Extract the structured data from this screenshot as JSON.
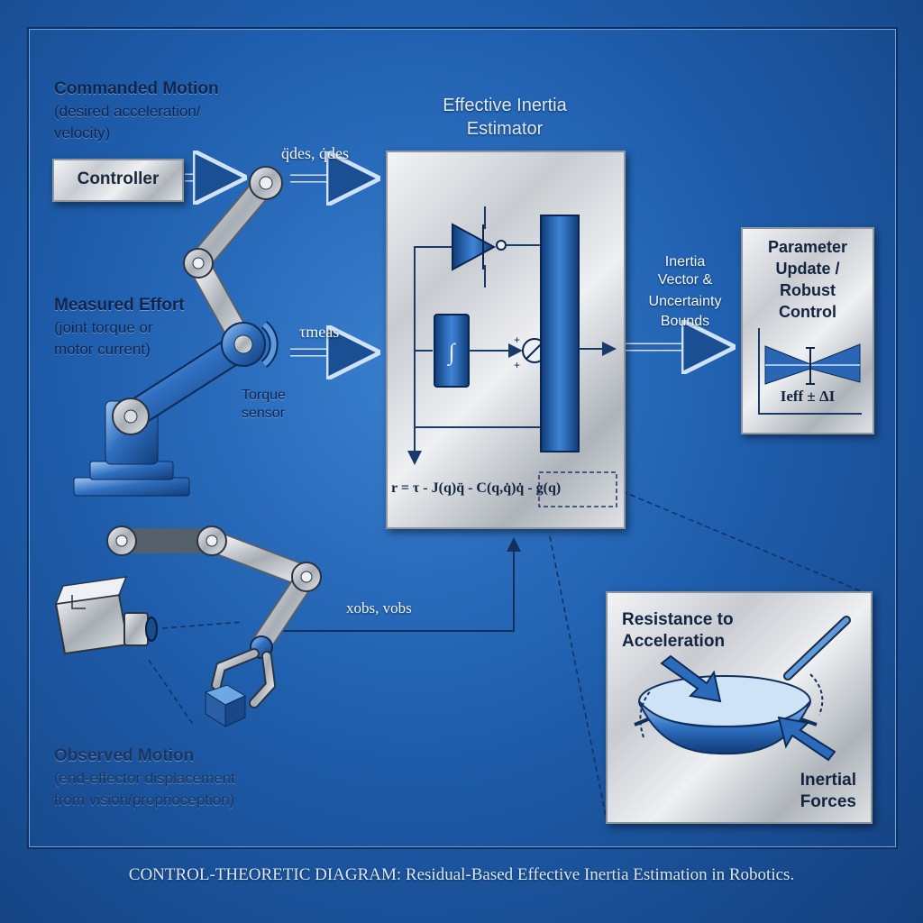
{
  "commanded": {
    "title": "Commanded Motion",
    "sub1": "(desired acceleration/",
    "sub2": "velocity)"
  },
  "controller_label": "Controller",
  "signal_qdes": "q̈des, q̇des",
  "signal_tau": "τmeas",
  "measured": {
    "title": "Measured Effort",
    "sub1": "(joint torque or",
    "sub2": "motor current)"
  },
  "torque_sensor": {
    "line1": "Torque",
    "line2": "sensor"
  },
  "estimator": {
    "title1": "Effective Inertia",
    "title2": "Estimator"
  },
  "residual_equation": "r = τ - J(q)q̈ - C(q,q̇)q̇ - g(q)",
  "inertia_output": {
    "line1": "Inertia",
    "line2": "Vector &",
    "line3": "Uncertainty",
    "line4": "Bounds"
  },
  "parameter_update": {
    "line1": "Parameter",
    "line2": "Update /",
    "line3": "Robust",
    "line4": "Control",
    "formula": "Ieff ± ΔI"
  },
  "signal_xobs": "xobs, vobs",
  "observed": {
    "title": "Observed Motion",
    "sub1": "(end-effector displacement",
    "sub2": "from vision/proprioception)"
  },
  "resistance": {
    "line1": "Resistance to",
    "line2": "Acceleration",
    "inertial1": "Inertial",
    "inertial2": "Forces"
  },
  "caption": "CONTROL-THEORETIC DIAGRAM: Residual-Based Effective Inertia Estimation in Robotics.",
  "icons": [
    "robot-arm-icon",
    "camera-icon",
    "gripper-icon",
    "wok-icon",
    "integrator-icon",
    "summing-junction-icon",
    "amplifier-icon"
  ]
}
